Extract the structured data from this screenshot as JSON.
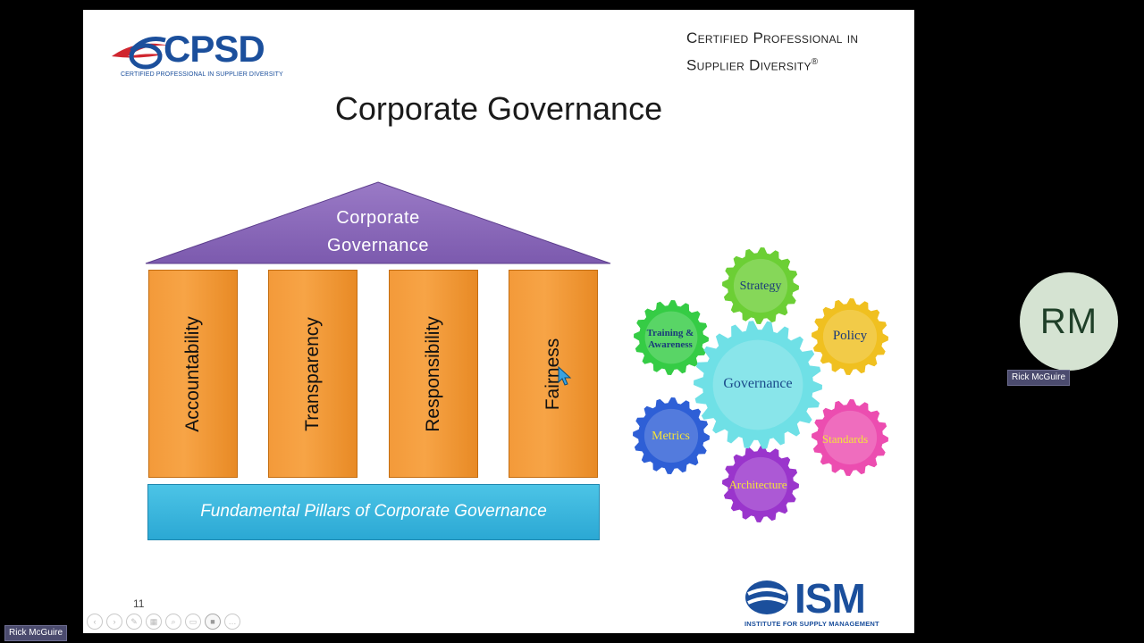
{
  "slide": {
    "cpsd_logo": {
      "word": "CPSD",
      "tagline": "CERTIFIED PROFESSIONAL IN SUPPLIER DIVERSITY"
    },
    "cert_title": {
      "line1": "Certified Professional in",
      "line2": "Supplier Diversity",
      "mark": "®"
    },
    "title": "Corporate Governance",
    "roof": {
      "line1": "Corporate",
      "line2": "Governance"
    },
    "pillars": [
      "Accountability",
      "Transparency",
      "Responsibility",
      "Fairness"
    ],
    "base": "Fundamental Pillars of Corporate Governance",
    "gears": {
      "center": "Governance",
      "strategy": "Strategy",
      "policy": "Policy",
      "training_line1": "Training &",
      "training_line2": "Awareness",
      "metrics": "Metrics",
      "standards": "Standards",
      "architecture": "Architecture"
    },
    "page_number": "11",
    "ism_logo": {
      "word": "ISM",
      "tagline": "INSTITUTE FOR SUPPLY MANAGEMENT"
    }
  },
  "participant": {
    "initials": "RM",
    "name": "Rick McGuire"
  },
  "colors": {
    "pillar": "#f7a446",
    "roof": "#8e6bb9",
    "base": "#2ba8d4",
    "gear_center": "#6fe0e6",
    "gear_strategy": "#6ccf35",
    "gear_policy": "#f0c020",
    "gear_training": "#35cc45",
    "gear_metrics": "#2e5fd6",
    "gear_standards": "#ec4db0",
    "gear_architecture": "#9a35cc"
  }
}
